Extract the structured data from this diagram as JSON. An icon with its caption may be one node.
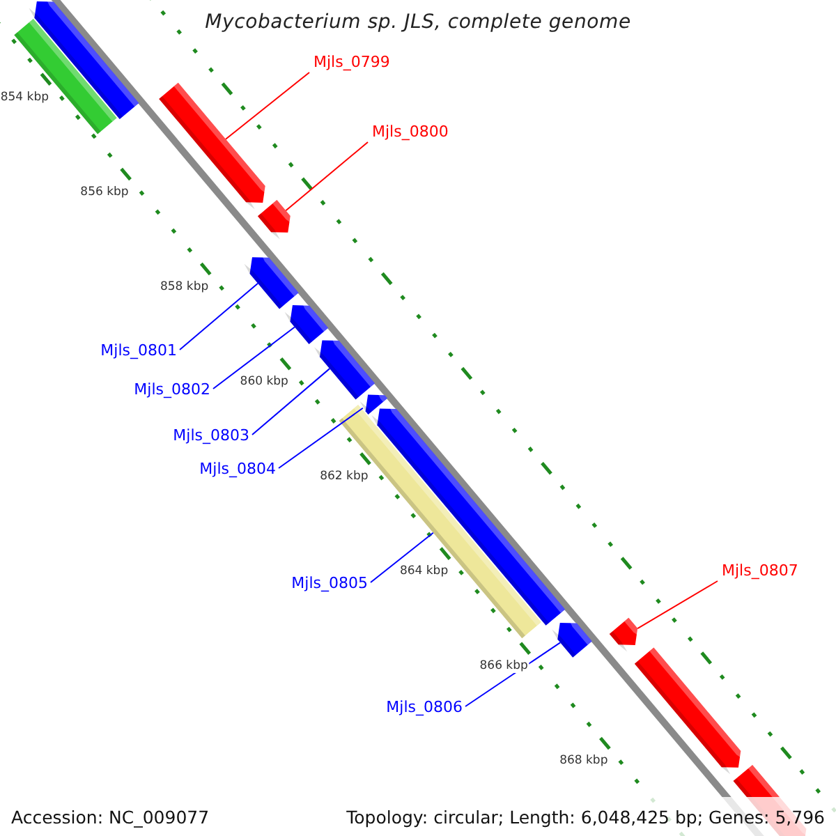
{
  "diagram": {
    "title": "Mycobacterium sp. JLS, complete genome",
    "nodes": [
      {
        "text": [],
        "shape": "bar"
      },
      {
        "text": [],
        "shape": "arrow"
      },
      {
        "text": [
          "Mjls_0799"
        ]
      },
      {
        "text": [
          "Mjls_0800"
        ]
      },
      {
        "text": [],
        "shape": "arrow"
      },
      {
        "text": [],
        "shape": "arrow"
      },
      {
        "text": [],
        "shape": "arrow"
      },
      {
        "text": [
          "Mjls_0801"
        ]
      },
      {
        "text": [],
        "shape": "arrow"
      },
      {
        "text": [
          "Mjls_0802"
        ]
      },
      {
        "text": [],
        "shape": "arrow"
      },
      {
        "text": [
          "Mjls_0803"
        ]
      },
      {
        "text": [],
        "shape": "arrow"
      },
      {
        "text": [
          "Mjls_0804"
        ]
      },
      {
        "text": [],
        "shape": "bar"
      },
      {
        "text": [],
        "shape": "arrow"
      },
      {
        "text": [
          "Mjls_0807"
        ]
      },
      {
        "text": [
          "Mjls_0805"
        ]
      },
      {
        "text": [],
        "shape": "arrow"
      },
      {
        "text": [],
        "shape": "arrow"
      },
      {
        "text": [
          "Mjls_0806"
        ]
      },
      {
        "text": [],
        "shape": "arrow"
      },
      {
        "text": [],
        "shape": "arrow"
      }
    ],
    "edges": [
      {
        "from": 2,
        "to": 4,
        "arrow": "none",
        "color": "#ff0000"
      },
      {
        "from": 3,
        "to": 5,
        "arrow": "none",
        "color": "#ff0000"
      },
      {
        "from": 7,
        "to": 6,
        "arrow": "none"
      },
      {
        "from": 9,
        "to": 8,
        "arrow": "none"
      },
      {
        "from": 11,
        "to": 10,
        "arrow": "none"
      },
      {
        "from": 13,
        "to": 12,
        "arrow": "none"
      },
      {
        "from": 17,
        "to": 14,
        "arrow": "none"
      },
      {
        "from": 20,
        "to": 18,
        "arrow": "none"
      },
      {
        "from": 16,
        "to": 19,
        "arrow": "none",
        "color": "#ff0000"
      }
    ],
    "labels": [
      "854 kbp",
      "856 kbp",
      "858 kbp",
      "860 kbp",
      "862 kbp",
      "864 kbp",
      "866 kbp",
      "868 kbp",
      "Accession: NC_009077",
      "Topology: circular; Length: 6,048,425 bp; Genes: 5,796"
    ]
  }
}
